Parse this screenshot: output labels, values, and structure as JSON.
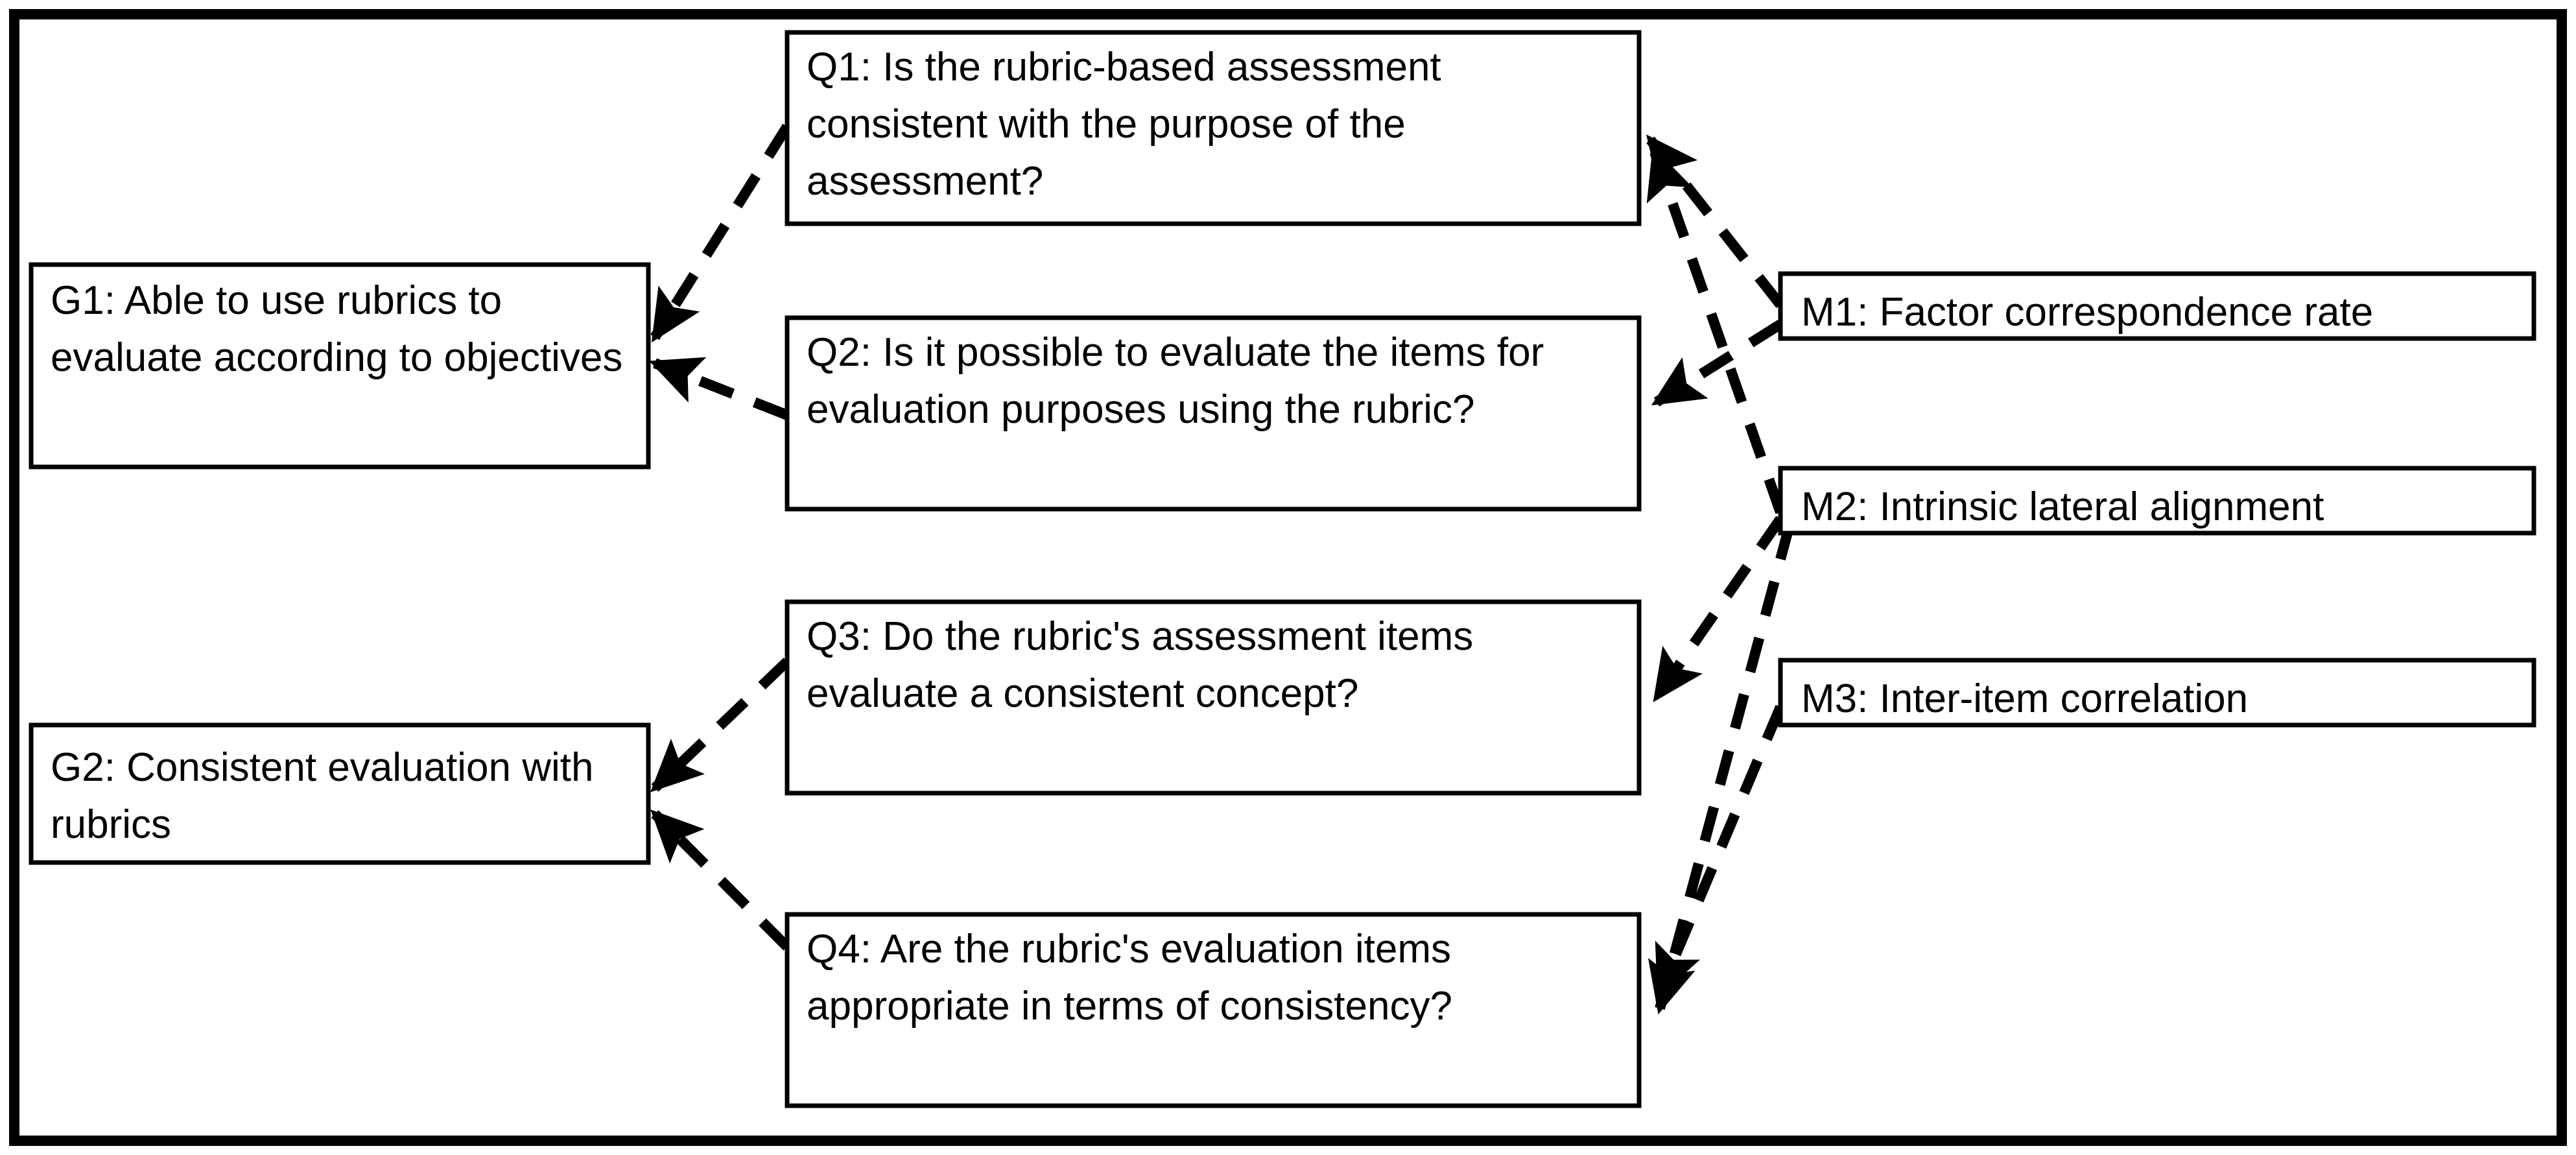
{
  "diagram": {
    "type": "gqm-goal-question-metric",
    "frame": {
      "border_color": "#000000"
    },
    "background_color": "#ffffff",
    "text_color": "#000000",
    "edge_style": "dashed-arrow",
    "goals": [
      {
        "id": "G1",
        "label": "G1: Able to use rubrics to evaluate according to objectives"
      },
      {
        "id": "G2",
        "label": "G2: Consistent evaluation with rubrics"
      }
    ],
    "questions": [
      {
        "id": "Q1",
        "label": "Q1: Is the rubric-based assessment consistent with the purpose of the assessment?"
      },
      {
        "id": "Q2",
        "label": "Q2: Is it possible to evaluate the items for evaluation purposes using the rubric?"
      },
      {
        "id": "Q3",
        "label": "Q3: Do the rubric's assessment items evaluate a consistent concept?"
      },
      {
        "id": "Q4",
        "label": "Q4: Are the rubric's evaluation items appropriate in terms of consistency?"
      }
    ],
    "metrics": [
      {
        "id": "M1",
        "label": "M1: Factor correspondence rate"
      },
      {
        "id": "M2",
        "label": "M2: Intrinsic lateral alignment"
      },
      {
        "id": "M3",
        "label": "M3: Inter-item correlation"
      }
    ],
    "edges": [
      {
        "from": "Q1",
        "to": "G1"
      },
      {
        "from": "Q2",
        "to": "G1"
      },
      {
        "from": "Q3",
        "to": "G2"
      },
      {
        "from": "Q4",
        "to": "G2"
      },
      {
        "from": "M1",
        "to": "Q1"
      },
      {
        "from": "M2",
        "to": "Q1"
      },
      {
        "from": "M1",
        "to": "Q2"
      },
      {
        "from": "M2",
        "to": "Q3"
      },
      {
        "from": "M2",
        "to": "Q4"
      },
      {
        "from": "M3",
        "to": "Q4"
      }
    ]
  }
}
